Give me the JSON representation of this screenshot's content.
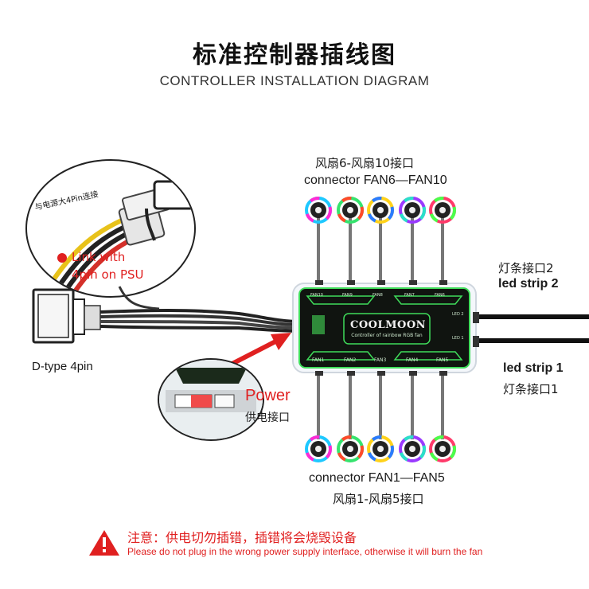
{
  "header": {
    "title_zh": "标准控制器插线图",
    "title_en": "CONTROLLER INSTALLATION DIAGRAM"
  },
  "fan_top": {
    "label_zh": "风扇6-风扇10接口",
    "label_en": "connector  FAN6—FAN10"
  },
  "fan_bottom": {
    "label_en": "connector  FAN1—FAN5",
    "label_zh": "风扇1-风扇5接口"
  },
  "led2": {
    "label_zh": "灯条接口2",
    "label_en": "led strip 2"
  },
  "led1": {
    "label_en": "led strip 1",
    "label_zh": "灯条接口1"
  },
  "psu": {
    "small_label": "与电源大4Pin连接",
    "link_line1": "Link with",
    "link_line2": "4pin on PSU"
  },
  "dtype": {
    "label": "D-type 4pin"
  },
  "power": {
    "label_en": "Power",
    "label_zh": "供电接口"
  },
  "controller": {
    "brand": "COOLMOON",
    "subtitle": "Controller of rainbow RGB fan",
    "top_ports": [
      "FAN10",
      "FAN9",
      "FAN8",
      "FAN7",
      "FAN6"
    ],
    "bottom_ports": [
      "FAN1",
      "FAN2",
      "FAN3",
      "FAN4",
      "FAN5"
    ],
    "led_ports": [
      "LED 2",
      "LED 1"
    ]
  },
  "warning": {
    "zh": "注意：供电切勿插错，插错将会烧毁设备",
    "en": "Please do not plug in the wrong power supply interface, otherwise it will burn the fan"
  },
  "colors": {
    "warning_red": "#e02020",
    "controller_green": "#3fdc5a",
    "controller_body": "#101410"
  },
  "icons": {
    "warning": "warning-triangle-icon",
    "arrow": "red-arrow-icon",
    "dot": "red-dot-icon"
  }
}
